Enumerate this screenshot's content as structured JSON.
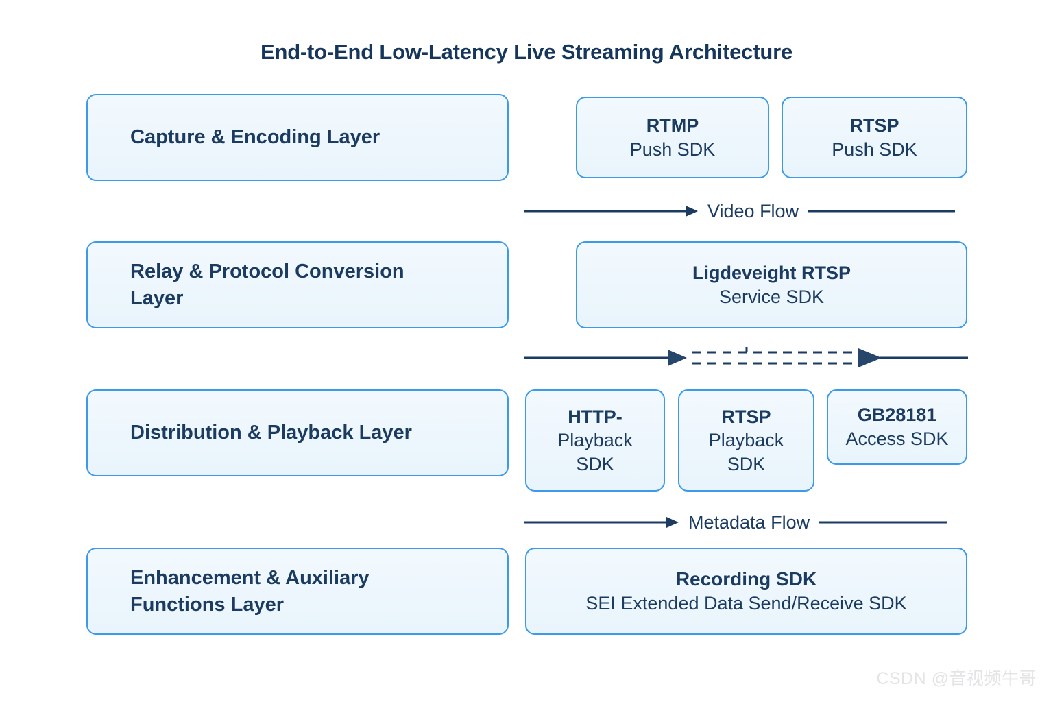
{
  "title": "End-to-End Low-Latency Live Streaming Architecture",
  "colors": {
    "box_border": "#3d9ae8",
    "box_fill": "#eef6fc",
    "text": "#1b3b60",
    "title_text": "#16365c",
    "arrow": "#1b3b60",
    "watermark": "#e4e4e6"
  },
  "layers": [
    {
      "id": "capture-encoding",
      "line1": "Capture & Encoding Layer",
      "line2": ""
    },
    {
      "id": "relay-protocol-conversion",
      "line1": "Relay & Protocol Conversion",
      "line2": "Layer"
    },
    {
      "id": "distribution-playback",
      "line1": "Distribution & Playback Layer",
      "line2": ""
    },
    {
      "id": "enhancement-auxiliary",
      "line1": "Enhancement & Auxiliary",
      "line2": "Functions Layer"
    }
  ],
  "sdks": {
    "rtmp_push": {
      "strong": "RTMP",
      "plain": "Push SDK"
    },
    "rtsp_push": {
      "strong": "RTSP",
      "plain": "Push SDK"
    },
    "rtsp_service": {
      "strong": "Ligdeveight RTSP",
      "plain": "Service SDK"
    },
    "http_playback": {
      "strong": "HTTP-",
      "plain": "Playback\nSDK"
    },
    "rtsp_playback": {
      "strong": "RTSP",
      "plain": "Playback\nSDK"
    },
    "gb28181": {
      "strong": "GB28181",
      "plain": "Access SDK"
    },
    "recording": {
      "strong": "Recording SDK",
      "plain": "SEI Extended Data Send/Receive SDK"
    }
  },
  "flows": [
    {
      "id": "video-flow",
      "label": "Video Flow",
      "style": "solid-arrow-line"
    },
    {
      "id": "dashed-flow",
      "label": "",
      "style": "arrow-dashed-arrow-line"
    },
    {
      "id": "metadata-flow",
      "label": "Metadata Flow",
      "style": "solid-arrow-line"
    }
  ],
  "watermark": "CSDN @音视频牛哥"
}
